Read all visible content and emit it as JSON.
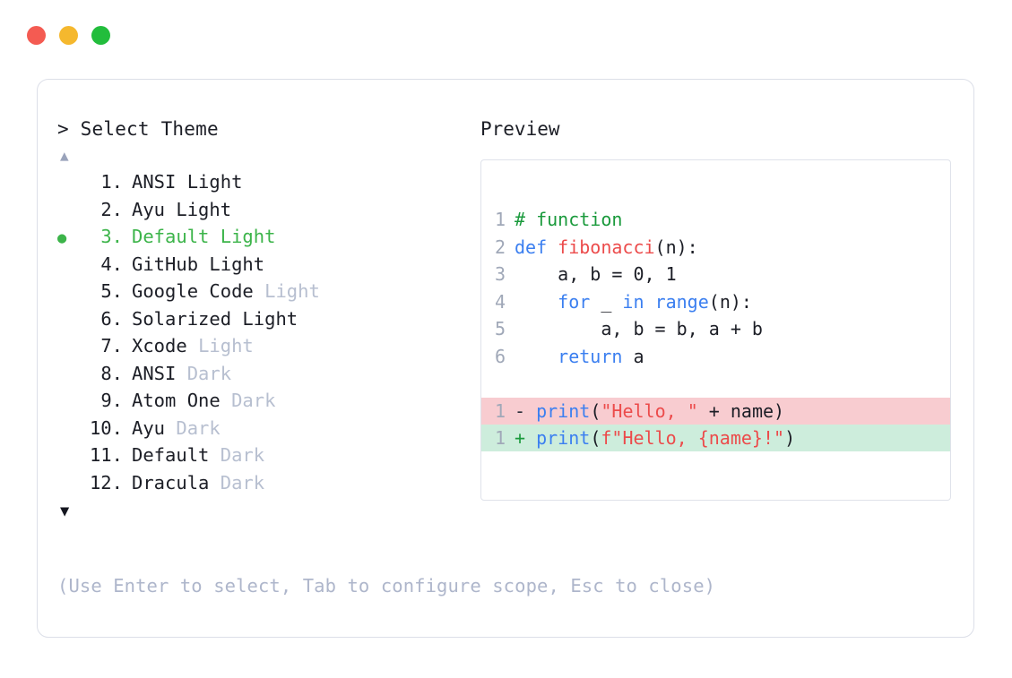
{
  "window": {
    "traffic_lights": [
      {
        "name": "close-button",
        "color": "#f45b52"
      },
      {
        "name": "minimize-button",
        "color": "#f5b82e"
      },
      {
        "name": "maximize-button",
        "color": "#22bd3c"
      }
    ]
  },
  "selector": {
    "prompt": "> Select Theme",
    "scroll_up_indicator": "▲",
    "scroll_down_indicator": "▼",
    "selected_index": 3,
    "selected_marker": "●",
    "accent_color": "#3cb44a",
    "items": [
      {
        "number": "1.",
        "name": "ANSI",
        "variant": "Light",
        "variant_dim": false,
        "selected": false
      },
      {
        "number": "2.",
        "name": "Ayu",
        "variant": "Light",
        "variant_dim": false,
        "selected": false
      },
      {
        "number": "3.",
        "name": "Default",
        "variant": "Light",
        "variant_dim": false,
        "selected": true
      },
      {
        "number": "4.",
        "name": "GitHub",
        "variant": "Light",
        "variant_dim": false,
        "selected": false
      },
      {
        "number": "5.",
        "name": "Google Code",
        "variant": "Light",
        "variant_dim": true,
        "selected": false
      },
      {
        "number": "6.",
        "name": "Solarized",
        "variant": "Light",
        "variant_dim": false,
        "selected": false
      },
      {
        "number": "7.",
        "name": "Xcode",
        "variant": "Light",
        "variant_dim": true,
        "selected": false
      },
      {
        "number": "8.",
        "name": "ANSI",
        "variant": "Dark",
        "variant_dim": true,
        "selected": false
      },
      {
        "number": "9.",
        "name": "Atom One",
        "variant": "Dark",
        "variant_dim": true,
        "selected": false
      },
      {
        "number": "10.",
        "name": "Ayu",
        "variant": "Dark",
        "variant_dim": true,
        "selected": false
      },
      {
        "number": "11.",
        "name": "Default",
        "variant": "Dark",
        "variant_dim": true,
        "selected": false
      },
      {
        "number": "12.",
        "name": "Dracula",
        "variant": "Dark",
        "variant_dim": true,
        "selected": false
      }
    ],
    "hint": "(Use Enter to select, Tab to configure scope, Esc to close)"
  },
  "preview": {
    "title": "Preview",
    "code_lines": [
      {
        "gutter": "1",
        "tokens": [
          {
            "t": "# function",
            "c": "comment"
          }
        ]
      },
      {
        "gutter": "2",
        "tokens": [
          {
            "t": "def ",
            "c": "keyword"
          },
          {
            "t": "fibonacci",
            "c": "func"
          },
          {
            "t": "(n):",
            "c": "plain"
          }
        ]
      },
      {
        "gutter": "3",
        "tokens": [
          {
            "t": "    a, b = 0, 1",
            "c": "plain"
          }
        ]
      },
      {
        "gutter": "4",
        "tokens": [
          {
            "t": "    ",
            "c": "plain"
          },
          {
            "t": "for",
            "c": "keyword"
          },
          {
            "t": " _ ",
            "c": "plain"
          },
          {
            "t": "in",
            "c": "keyword"
          },
          {
            "t": " ",
            "c": "plain"
          },
          {
            "t": "range",
            "c": "builtin"
          },
          {
            "t": "(n):",
            "c": "plain"
          }
        ]
      },
      {
        "gutter": "5",
        "tokens": [
          {
            "t": "        a, b = b, a + b",
            "c": "plain"
          }
        ]
      },
      {
        "gutter": "6",
        "tokens": [
          {
            "t": "    ",
            "c": "plain"
          },
          {
            "t": "return",
            "c": "keyword"
          },
          {
            "t": " a",
            "c": "plain"
          }
        ]
      }
    ],
    "diff_lines": [
      {
        "gutter": "1",
        "sign": "-",
        "kind": "del",
        "tokens": [
          {
            "t": "print",
            "c": "call"
          },
          {
            "t": "(",
            "c": "plain"
          },
          {
            "t": "\"Hello, \"",
            "c": "string"
          },
          {
            "t": " + name)",
            "c": "plain"
          }
        ]
      },
      {
        "gutter": "1",
        "sign": "+",
        "kind": "add",
        "tokens": [
          {
            "t": "print",
            "c": "call"
          },
          {
            "t": "(",
            "c": "plain"
          },
          {
            "t": "f\"Hello, {name}!\"",
            "c": "string"
          },
          {
            "t": ")",
            "c": "plain"
          }
        ]
      }
    ]
  }
}
